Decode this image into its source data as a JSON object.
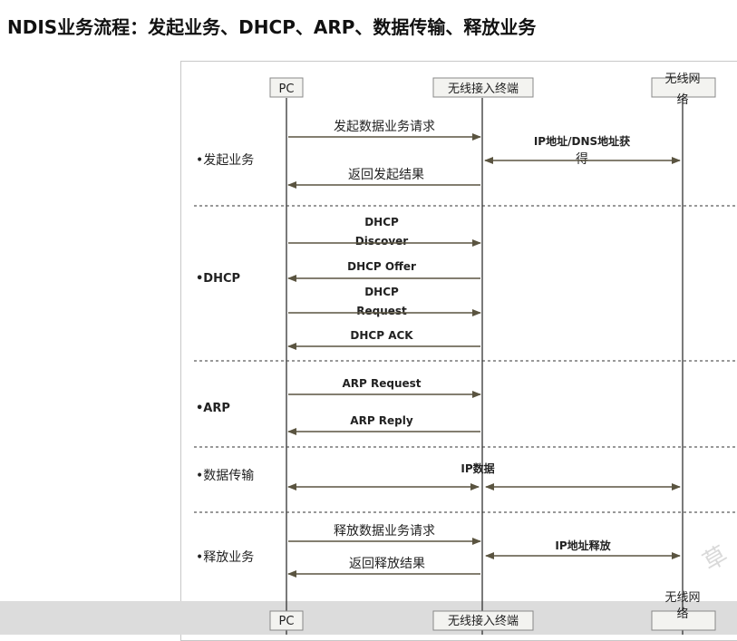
{
  "title": "NDIS业务流程：发起业务、DHCP、ARP、数据传输、释放业务",
  "entities": {
    "pc": "PC",
    "terminal": "无线接入终端",
    "network_line1": "无线网",
    "network_line2": "络"
  },
  "sections": {
    "initiate": "•发起业务",
    "dhcp": "•DHCP",
    "arp": "•ARP",
    "data": "•数据传输",
    "release": "•释放业务"
  },
  "messages": {
    "initiate_request": "发起数据业务请求",
    "ip_dns_line1": "IP地址/DNS地址获",
    "ip_dns_line2": "得",
    "initiate_result": "返回发起结果",
    "dhcp_discover_line1": "DHCP",
    "dhcp_discover_line2": "Discover",
    "dhcp_offer": "DHCP Offer",
    "dhcp_request_line1": "DHCP",
    "dhcp_request_line2": "Request",
    "dhcp_ack": "DHCP ACK",
    "arp_request": "ARP Request",
    "arp_reply": "ARP Reply",
    "ip_data": "IP数据",
    "release_request": "释放数据业务请求",
    "ip_release": "IP地址释放",
    "release_result": "返回释放结果"
  },
  "watermark": "草",
  "colors": {
    "arrow": "#5a5440",
    "dashed": "#333333",
    "box_fill": "#f3f3f0",
    "box_border": "#888888"
  }
}
